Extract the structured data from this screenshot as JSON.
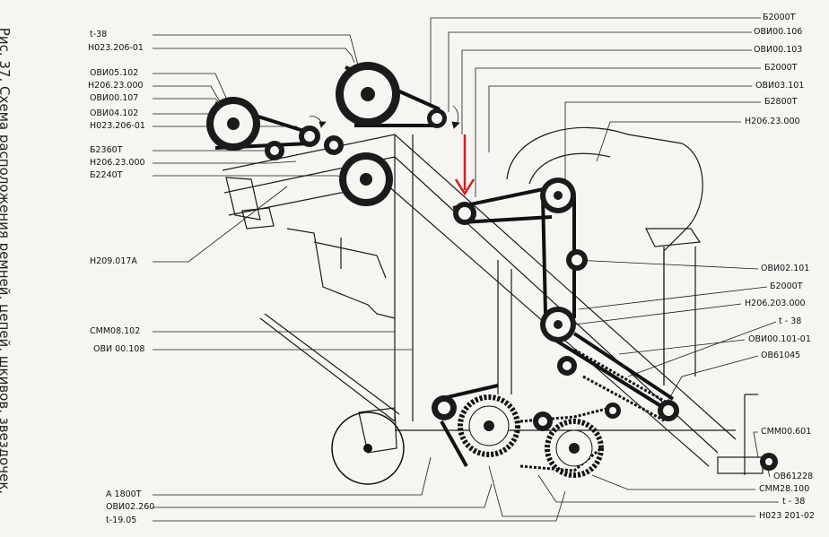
{
  "caption": "Рис. 37. Схема расположения ремней, цепей, шкивов, звездочек.",
  "left_labels": [
    "t-38",
    "Н023.206-01",
    "ОВИ05.102",
    "Н206.23.000",
    "ОВИ00.107",
    "ОВИ04.102",
    "Н023.206-01",
    "Б2360Т",
    "Н206.23.000",
    "Б2240Т",
    "Н209.017А",
    "СММ08.102",
    "ОВИ 00.108",
    "А 1800Т",
    "ОВИ02.260",
    "t-19.05"
  ],
  "right_labels": [
    "Б2000Т",
    "ОВИ00.106",
    "ОВИ00.103",
    "Б2000Т",
    "ОВИ03.101",
    "Б2800Т",
    "Н206.23.000",
    "ОВИ02.101",
    "Б2000Т",
    "Н206.203.000",
    "t - 38",
    "ОВИ00.101-01",
    "ОВ61045",
    "СММ00.601",
    "ОВ61228",
    "СММ28.100",
    "t - 38",
    "Н023 201-02"
  ],
  "colors": {
    "marker": "#d42020",
    "ink": "#111111",
    "paper": "#f6f5f2"
  }
}
